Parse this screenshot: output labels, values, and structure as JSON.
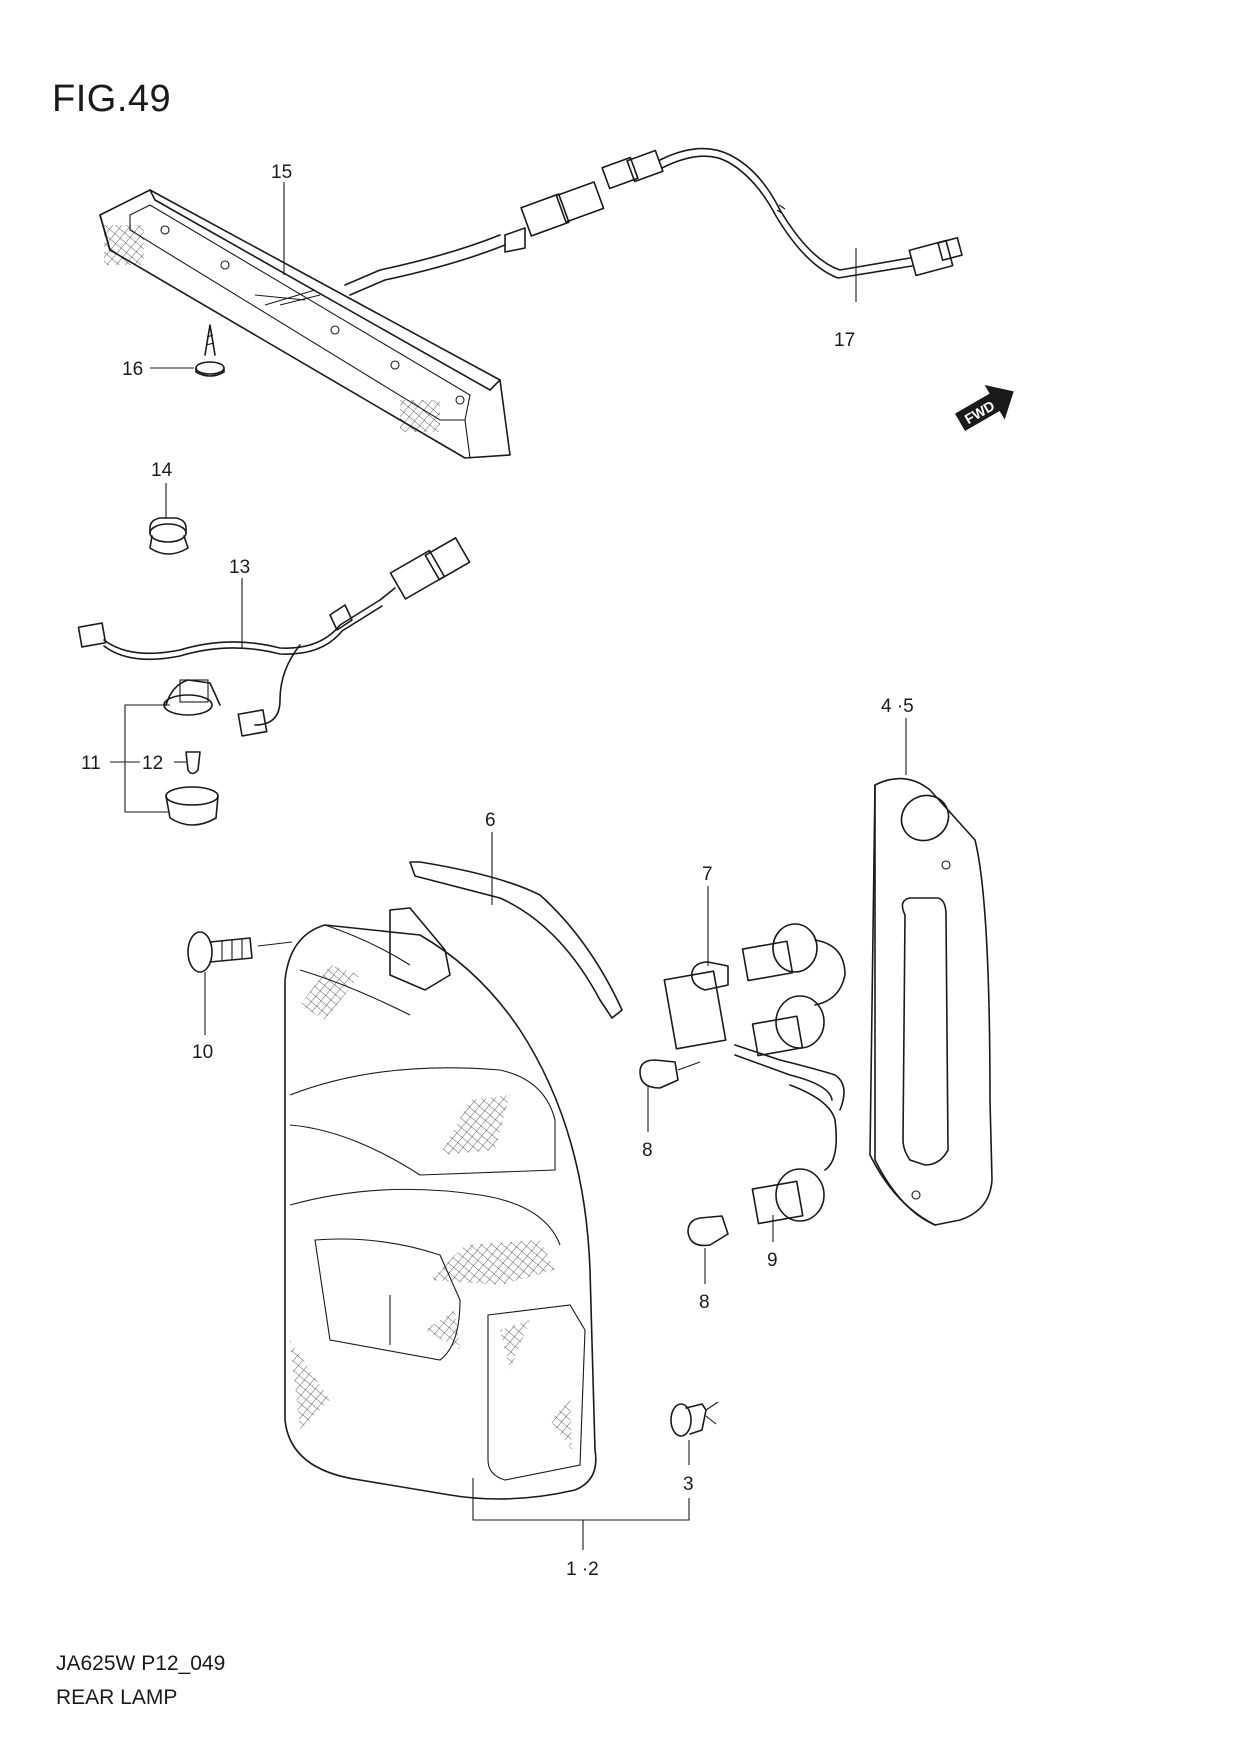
{
  "figure": {
    "title": "FIG.49",
    "code": "JA625W P12_049",
    "caption": "REAR LAMP",
    "fwd_badge": "FWD"
  },
  "callouts": {
    "c1_2": "1 ·2",
    "c3": "3",
    "c4_5": "4 ·5",
    "c6": "6",
    "c7": "7",
    "c8a": "8",
    "c8b": "8",
    "c9": "9",
    "c10": "10",
    "c11": "11",
    "c12": "12",
    "c13": "13",
    "c14": "14",
    "c15": "15",
    "c16": "16",
    "c17": "17"
  }
}
